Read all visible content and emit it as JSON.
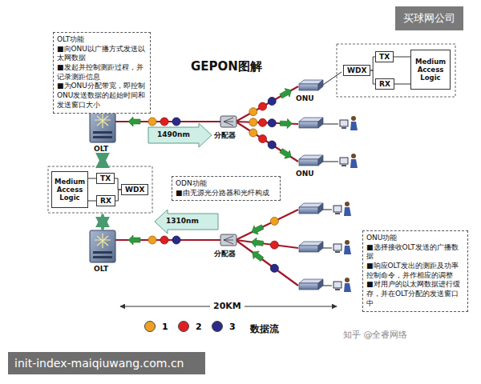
{
  "diagram": {
    "title": "GEPON图解",
    "nodes": [
      {
        "text": [
          "OLT功能",
          "■向ONU以广播方式发送以太网数据",
          "■发起并控制测距过程，并记录测距信息",
          "■为ONU分配带宽，即控制ONU发送数据的起始时间和发送窗口大小"
        ]
      },
      {
        "text": [
          "WDX"
        ]
      },
      {
        "text": [
          "TX"
        ]
      },
      {
        "text": [
          "RX"
        ]
      },
      {
        "text": [
          "Medium Access Logic"
        ]
      },
      {
        "text": [
          "Medium Access Logic"
        ]
      },
      {
        "text": [
          "TX"
        ]
      },
      {
        "text": [
          "RX"
        ]
      },
      {
        "text": [
          "WDX"
        ]
      },
      {
        "text": [
          "ODN功能",
          "■由无源光分路器和光纤构成"
        ]
      },
      {
        "text": [
          "ONU功能",
          "■选择接收OLT发送的广播数据",
          "■响应OLT发出的测距及功率控制命令，并作相应的调整",
          "■对用户的以太网数据进行缓存，并在OLT分配的发送窗口中"
        ]
      }
    ],
    "edges": [
      {
        "from": 1,
        "to": 2,
        "arrow": "none"
      },
      {
        "from": 1,
        "to": 3,
        "arrow": "none"
      },
      {
        "from": 2,
        "to": 4,
        "arrow": "none"
      },
      {
        "from": 3,
        "to": 4,
        "arrow": "none"
      },
      {
        "from": 5,
        "to": 6,
        "arrow": "none"
      },
      {
        "from": 5,
        "to": 7,
        "arrow": "none"
      },
      {
        "from": 6,
        "to": 8,
        "arrow": "none"
      },
      {
        "from": 7,
        "to": 8,
        "arrow": "none"
      }
    ],
    "labels": [
      "买球网公司",
      "OLT",
      "1490nm",
      "分配器",
      "ONU",
      "ONU",
      "1310nm",
      "分配器",
      "OLT",
      "20KM",
      "数据流",
      "知乎 @全睿网络",
      "init-index-maiqiuwang.com.cn"
    ],
    "legend": [
      {
        "text": "1",
        "color": "#f0a020"
      },
      {
        "text": "2",
        "color": "#e02020"
      },
      {
        "text": "3",
        "color": "#2a2a8a"
      }
    ]
  }
}
